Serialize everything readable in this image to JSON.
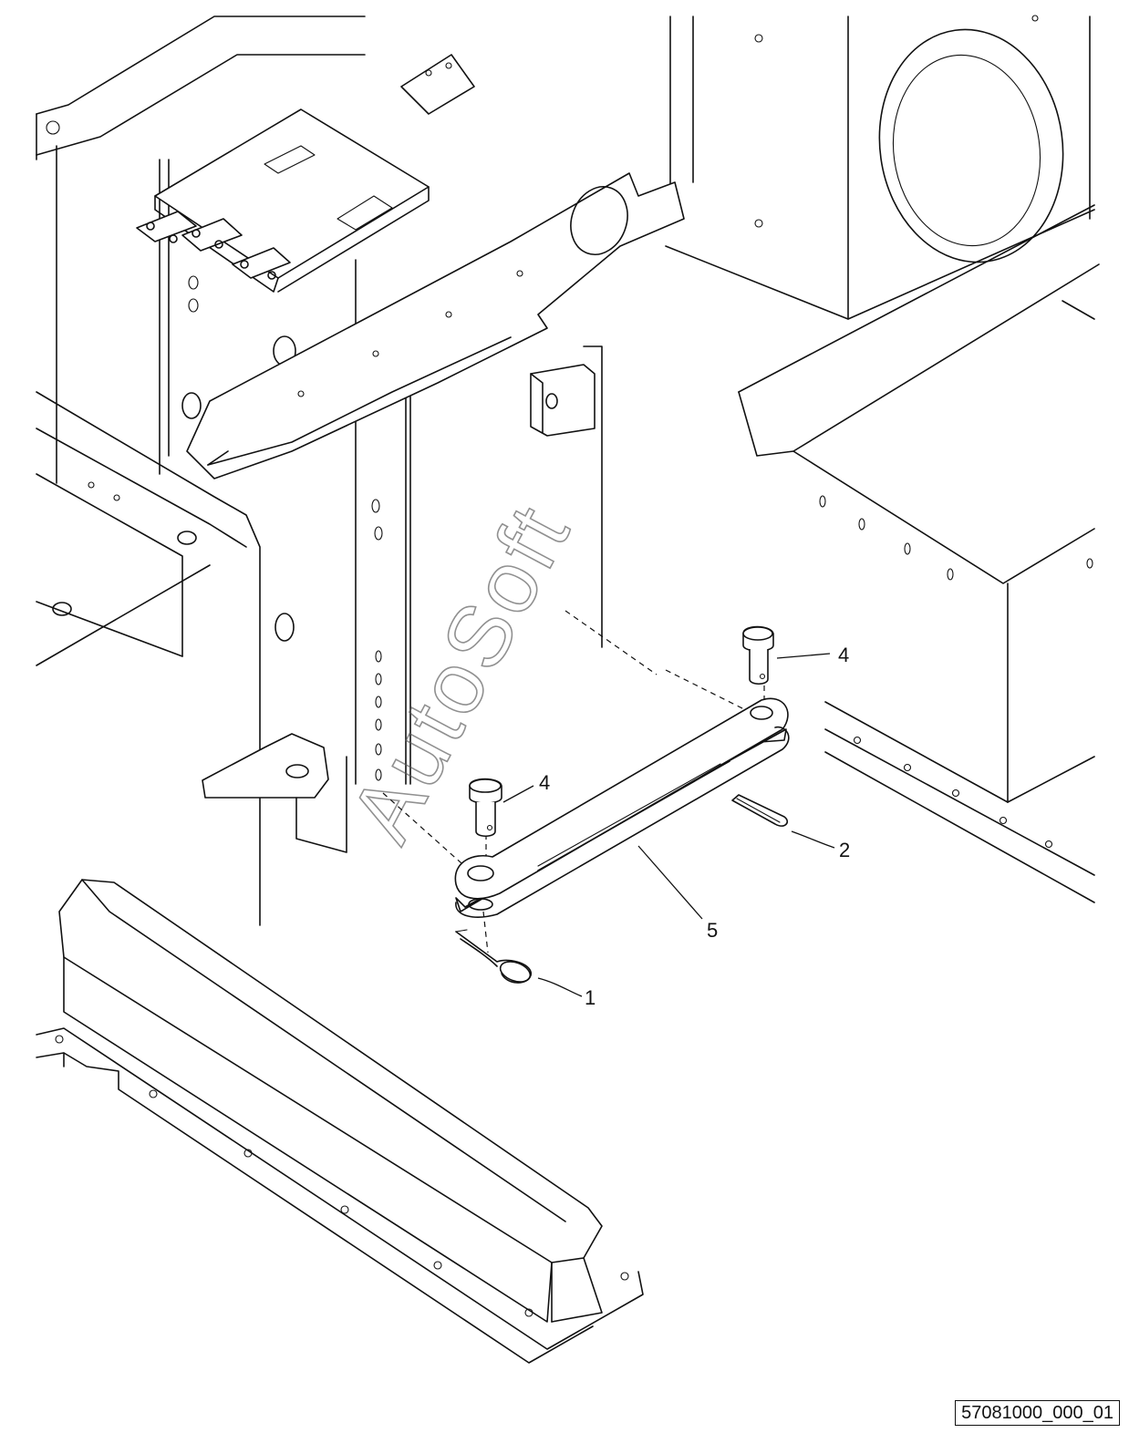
{
  "callouts": {
    "c1": "1",
    "c2": "2",
    "c4a": "4",
    "c4b": "4",
    "c5": "5"
  },
  "watermark": "AutoSoft",
  "reference": "57081000_000_01"
}
